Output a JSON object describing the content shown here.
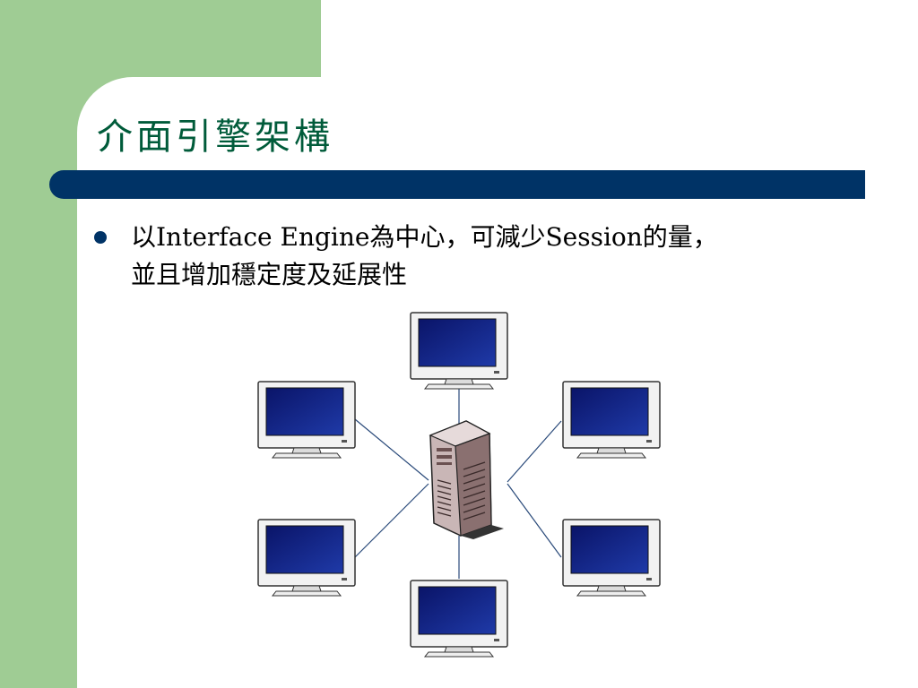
{
  "slide": {
    "title": "介面引擎架構",
    "bullets": [
      {
        "line1": "以Interface Engine為中心，可減少Session的量，",
        "line2": "並且增加穩定度及延展性"
      }
    ]
  },
  "diagram": {
    "hub": {
      "name": "interface-engine-server",
      "icon": "server-tower-icon"
    },
    "nodes": [
      {
        "name": "workstation-top",
        "icon": "monitor-icon"
      },
      {
        "name": "workstation-upper-left",
        "icon": "monitor-icon"
      },
      {
        "name": "workstation-upper-right",
        "icon": "monitor-icon"
      },
      {
        "name": "workstation-lower-left",
        "icon": "monitor-icon"
      },
      {
        "name": "workstation-lower-right",
        "icon": "monitor-icon"
      },
      {
        "name": "workstation-bottom",
        "icon": "monitor-icon"
      }
    ]
  },
  "colors": {
    "side_green": "#9fcc94",
    "title_green": "#005b3a",
    "accent_navy": "#003366",
    "screen_blue": "#0a1a6e",
    "link_line": "#2a4a7a"
  }
}
